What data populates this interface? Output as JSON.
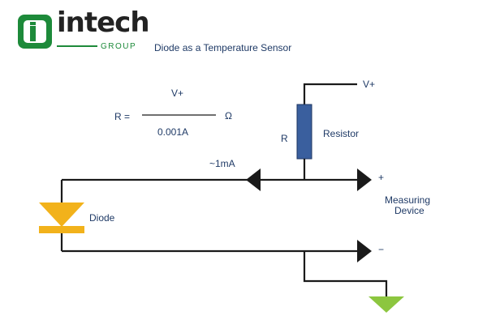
{
  "brand": {
    "logo_letter": "i",
    "name": "intech",
    "subtitle": "GROUP",
    "colors": {
      "green": "#1d8a3a",
      "dark": "#222222"
    }
  },
  "diagram": {
    "title": "Diode as a Temperature Sensor",
    "formula": {
      "lhs": "R =",
      "numerator": "V+",
      "denominator": "0.001A",
      "unit": "Ω"
    },
    "labels": {
      "supply": "V+",
      "resistor_symbol": "R",
      "resistor": "Resistor",
      "current": "~1mA",
      "diode": "Diode",
      "plus": "+",
      "minus": "−",
      "measuring_line1": "Measuring",
      "measuring_line2": "Device"
    },
    "colors": {
      "text": "#1f3a66",
      "wire": "#1a1a1a",
      "resistor": "#3a5f9e",
      "diode": "#f2b21b",
      "ground": "#8cc63f"
    }
  }
}
